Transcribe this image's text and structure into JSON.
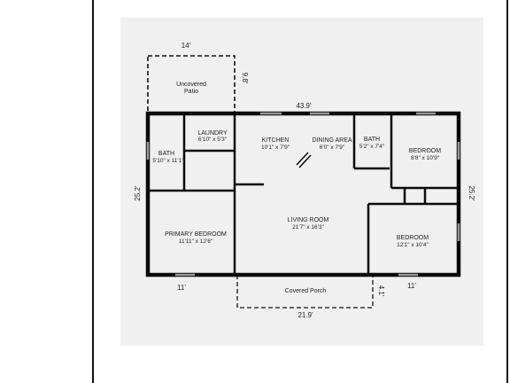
{
  "floorplan": {
    "overall_width": "43.9'",
    "depth_left": "25.2'",
    "depth_right": "25.2'",
    "rooms": {
      "patio": {
        "line1": "Uncovered",
        "line2": "Patio",
        "width": "14'",
        "depth": "9.8'"
      },
      "laundry": {
        "name": "LAUNDRY",
        "size": "6'10\" x 5'3\""
      },
      "bath_left": {
        "name": "BATH",
        "size": "5'10\" x 11'1\""
      },
      "kitchen": {
        "name": "KITCHEN",
        "size": "10'1\" x 7'9\""
      },
      "dining": {
        "name": "DINING AREA",
        "size": "6'0\" x 7'9\""
      },
      "bath_right": {
        "name": "BATH",
        "size": "5'2\" x 7'4\""
      },
      "bedroom_ne": {
        "name": "BEDROOM",
        "size": "8'8\" x 10'9\""
      },
      "primary_bedroom": {
        "name": "PRIMARY BEDROOM",
        "size": "11'11\" x 12'6\""
      },
      "living_room": {
        "name": "LIVING ROOM",
        "size": "21'7\" x 16'3\""
      },
      "bedroom_se": {
        "name": "BEDROOM",
        "size": "12'1\" x 10'4\""
      },
      "porch": {
        "name": "Covered Porch",
        "width": "21.9'",
        "depth": "4.1'"
      }
    },
    "bottom_left_offset": "11'",
    "bottom_right_offset": "11'"
  }
}
